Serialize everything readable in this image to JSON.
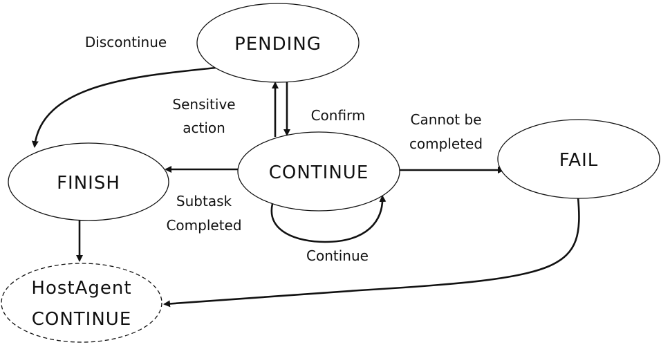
{
  "diagram": {
    "nodes": {
      "pending": {
        "label": "PENDING"
      },
      "continue": {
        "label": "CONTINUE"
      },
      "finish": {
        "label": "FINISH"
      },
      "fail": {
        "label": "FAIL"
      },
      "hostagent": {
        "label_line1": "HostAgent",
        "label_line2": "CONTINUE"
      }
    },
    "edges": {
      "discontinue": {
        "label": "Discontinue"
      },
      "sensitive_action": {
        "label_line1": "Sensitive",
        "label_line2": "action"
      },
      "confirm": {
        "label": "Confirm"
      },
      "cannot_be_completed": {
        "label_line1": "Cannot be",
        "label_line2": "completed"
      },
      "subtask_completed": {
        "label_line1": "Subtask",
        "label_line2": "Completed"
      },
      "continue_loop": {
        "label": "Continue"
      }
    }
  }
}
